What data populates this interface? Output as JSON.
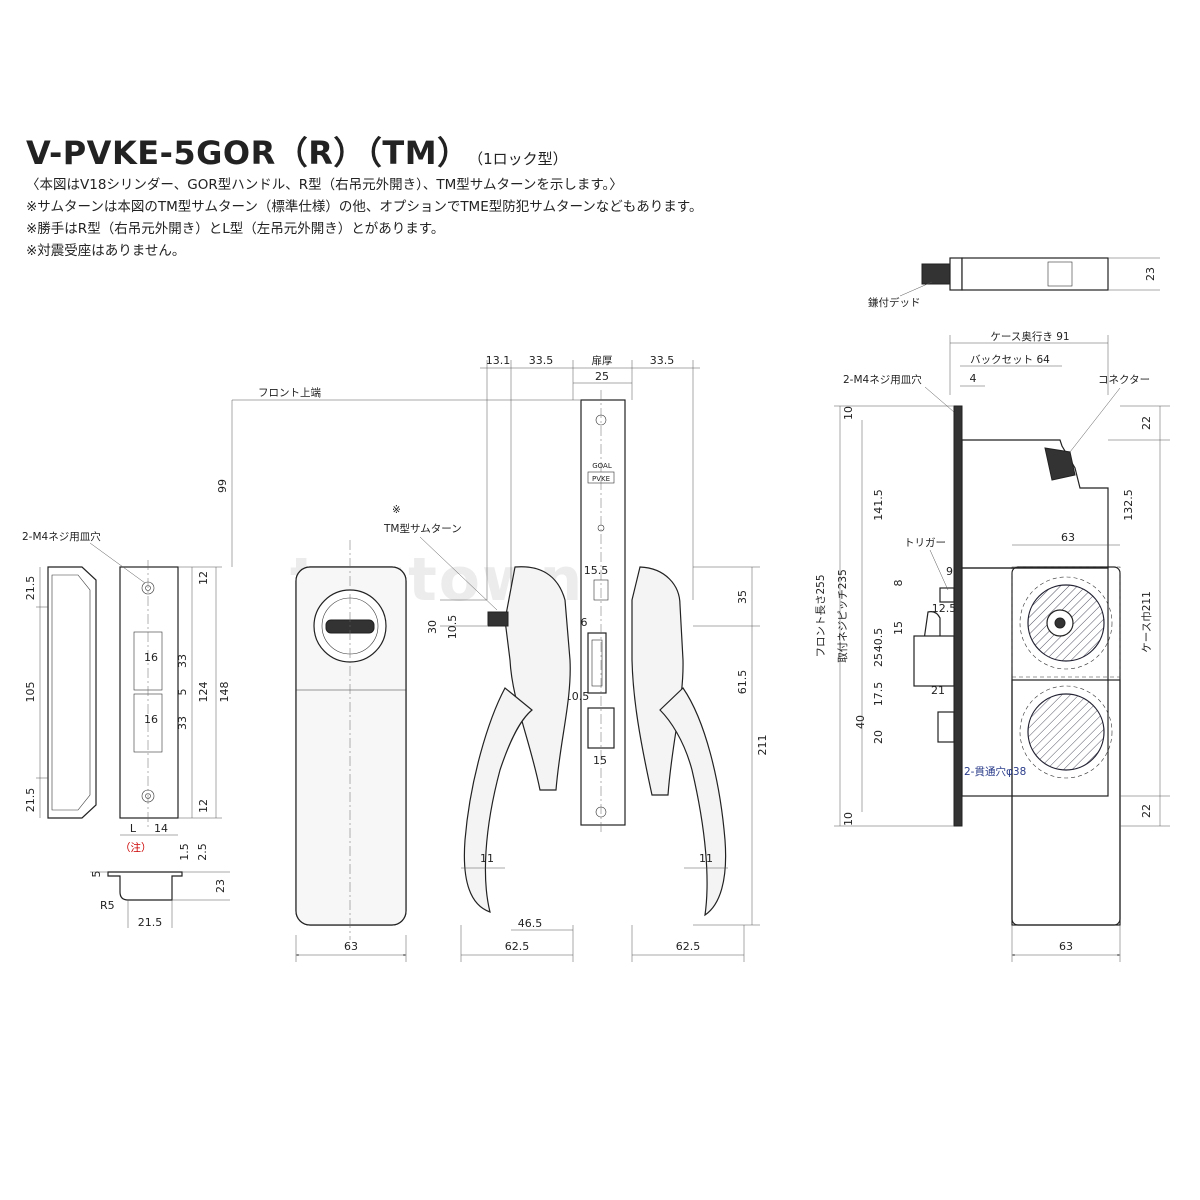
{
  "header": {
    "title": "V-PVKE-5GOR（R）（TM）",
    "title_suffix": "（1ロック型）",
    "notes": [
      "〈本図はV18シリンダー、GOR型ハンドル、R型（右吊元外開き）、TM型サムターンを示します。〉",
      "※サムターンは本図のTM型サムターン（標準仕様）の他、オプションでTME型防犯サムターンなどもあります。",
      "※勝手はR型（右吊元外開き）とL型（左吊元外開き）とがあります。",
      "※対震受座はありません。"
    ]
  },
  "watermark": "tagtown",
  "labels": {
    "strike_screw_holes": "2-M4ネジ用皿穴",
    "note_mark": "（注）",
    "front_top": "フロント上端",
    "thumbturn_mark": "※",
    "thumbturn": "TM型サムターン",
    "door_thickness": "扉厚",
    "sickle_deadbolt": "鎌付デッド",
    "case_depth": "ケース奥行き 91",
    "backset": "バックセット 64",
    "case_screw_holes": "2-M4ネジ用皿穴",
    "connector": "コネクター",
    "trigger": "トリガー",
    "front_length": "フロント長さ255",
    "screw_pitch": "取付ネジピッチ235",
    "case_width": "ケース巾211",
    "through_holes": "2-貫通穴φ38",
    "brand_top": "GOAL",
    "brand_bottom": "PVKE"
  },
  "dims": {
    "strike": [
      "21.5",
      "105",
      "21.5",
      "12",
      "16",
      "33",
      "5",
      "124",
      "148",
      "16",
      "33",
      "12",
      "L",
      "14"
    ],
    "strike_section": [
      "5",
      "1.5",
      "2.5",
      "23",
      "R5",
      "21.5"
    ],
    "front_top": [
      "99"
    ],
    "escutcheon": [
      "63"
    ],
    "side": [
      "13.1",
      "33.5",
      "25",
      "33.5",
      "30",
      "10.5",
      "15.5",
      "6",
      "35",
      "61.5",
      "211",
      "10.5",
      "15",
      "11",
      "46.5",
      "62.5",
      "11",
      "62.5"
    ],
    "deadbolt": [
      "23"
    ],
    "lockcase": [
      "4",
      "10",
      "22",
      "141.5",
      "132.5",
      "63",
      "9",
      "8",
      "12.5",
      "15",
      "40.5",
      "25",
      "21",
      "40",
      "17.5",
      "20",
      "22",
      "10",
      "63"
    ]
  }
}
